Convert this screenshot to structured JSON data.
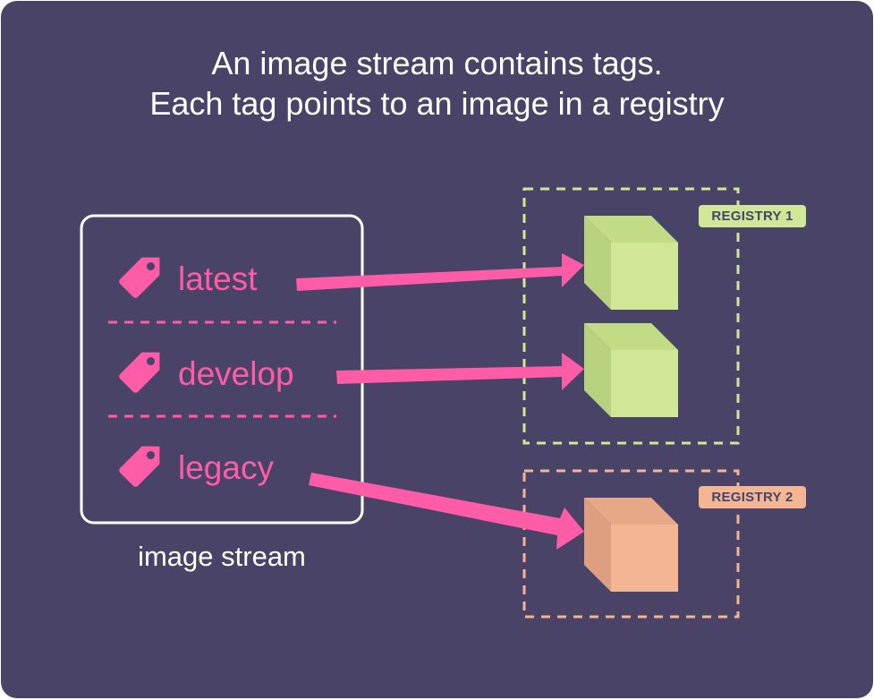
{
  "title": {
    "line1": "An image stream contains tags.",
    "line2": "Each tag points to an image in a registry"
  },
  "image_stream": {
    "label": "image stream",
    "tags": [
      {
        "name": "latest",
        "icon": "tag-icon",
        "points_to": "registry-1-image-1"
      },
      {
        "name": "develop",
        "icon": "tag-icon",
        "points_to": "registry-1-image-2"
      },
      {
        "name": "legacy",
        "icon": "tag-icon",
        "points_to": "registry-2-image-1"
      }
    ]
  },
  "registries": [
    {
      "label": "REGISTRY 1",
      "color": "#cfe796",
      "images": 2
    },
    {
      "label": "REGISTRY 2",
      "color": "#f3b592",
      "images": 1
    }
  ],
  "colors": {
    "background": "#4a4368",
    "accent": "#ff5ca8",
    "text": "#ffffff",
    "registry1": "#cfe796",
    "registry2": "#f3b592"
  }
}
